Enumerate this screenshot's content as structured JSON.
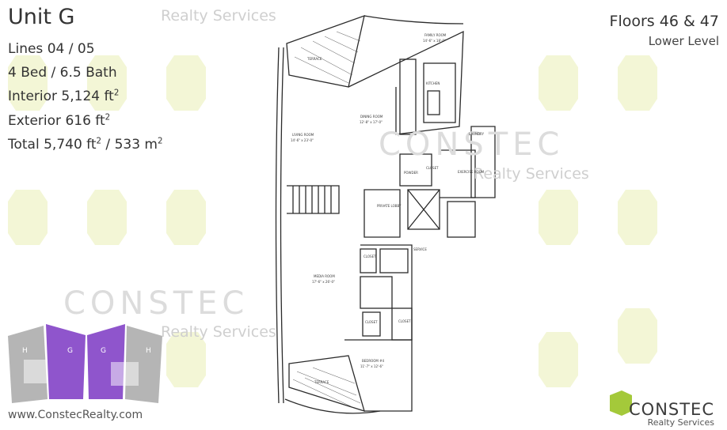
{
  "unit": {
    "title": "Unit G"
  },
  "specs": {
    "lines_prefix": "Lines ",
    "lines_value": "04",
    "lines_suffix": " / 05",
    "beds": "4 Bed / 6.5 Bath",
    "interior_label": "Interior ",
    "interior_value": "5,124 ft",
    "exterior_label": "Exterior ",
    "exterior_value": "616 ft",
    "total_label": "Total ",
    "total_value": "5,740 ft",
    "total_sep": " / ",
    "total_metric": "533 m",
    "sup2": "2"
  },
  "floors": {
    "label": "Floors 46 & 47",
    "level": "Lower Level"
  },
  "watermarks": {
    "company": "CONSTEC",
    "realty": "Realty Services"
  },
  "website": "www.ConstecRealty.com",
  "logo": {
    "name": "CONSTEC",
    "sub": "Realty Services"
  },
  "keyplan": {
    "labels": [
      "H",
      "G",
      "G",
      "H"
    ]
  },
  "rooms": {
    "terrace_top": "TERRACE",
    "family_room": "FAMILY ROOM",
    "family_dim": "14'-6\" x 18'-0\"",
    "kitchen": "KITCHEN",
    "dining_room": "DINING ROOM",
    "dining_dim": "12'-8\" x 17'-0\"",
    "living_room": "LIVING ROOM",
    "living_dim": "14'-6\" x 23'-0\"",
    "laundry": "LAUNDRY",
    "powder": "POWDER",
    "closet": "CLOSET",
    "exercise_room": "EXERCISE ROOM",
    "private_lobby": "PRIVATE LOBBY",
    "service": "SERVICE",
    "media_room": "MEDIA ROOM",
    "media_dim": "17'-6\" x 26'-0\"",
    "bedroom": "BEDROOM #4",
    "bedroom_dim": "11'-7\" x 12'-6\"",
    "terrace_bottom": "TERRACE"
  },
  "colors": {
    "accent": "#f1f4cf",
    "keyplan_highlight": "#8f55cc",
    "keyplan_gray": "#b5b5b5",
    "logo_green": "#a4c93a"
  }
}
